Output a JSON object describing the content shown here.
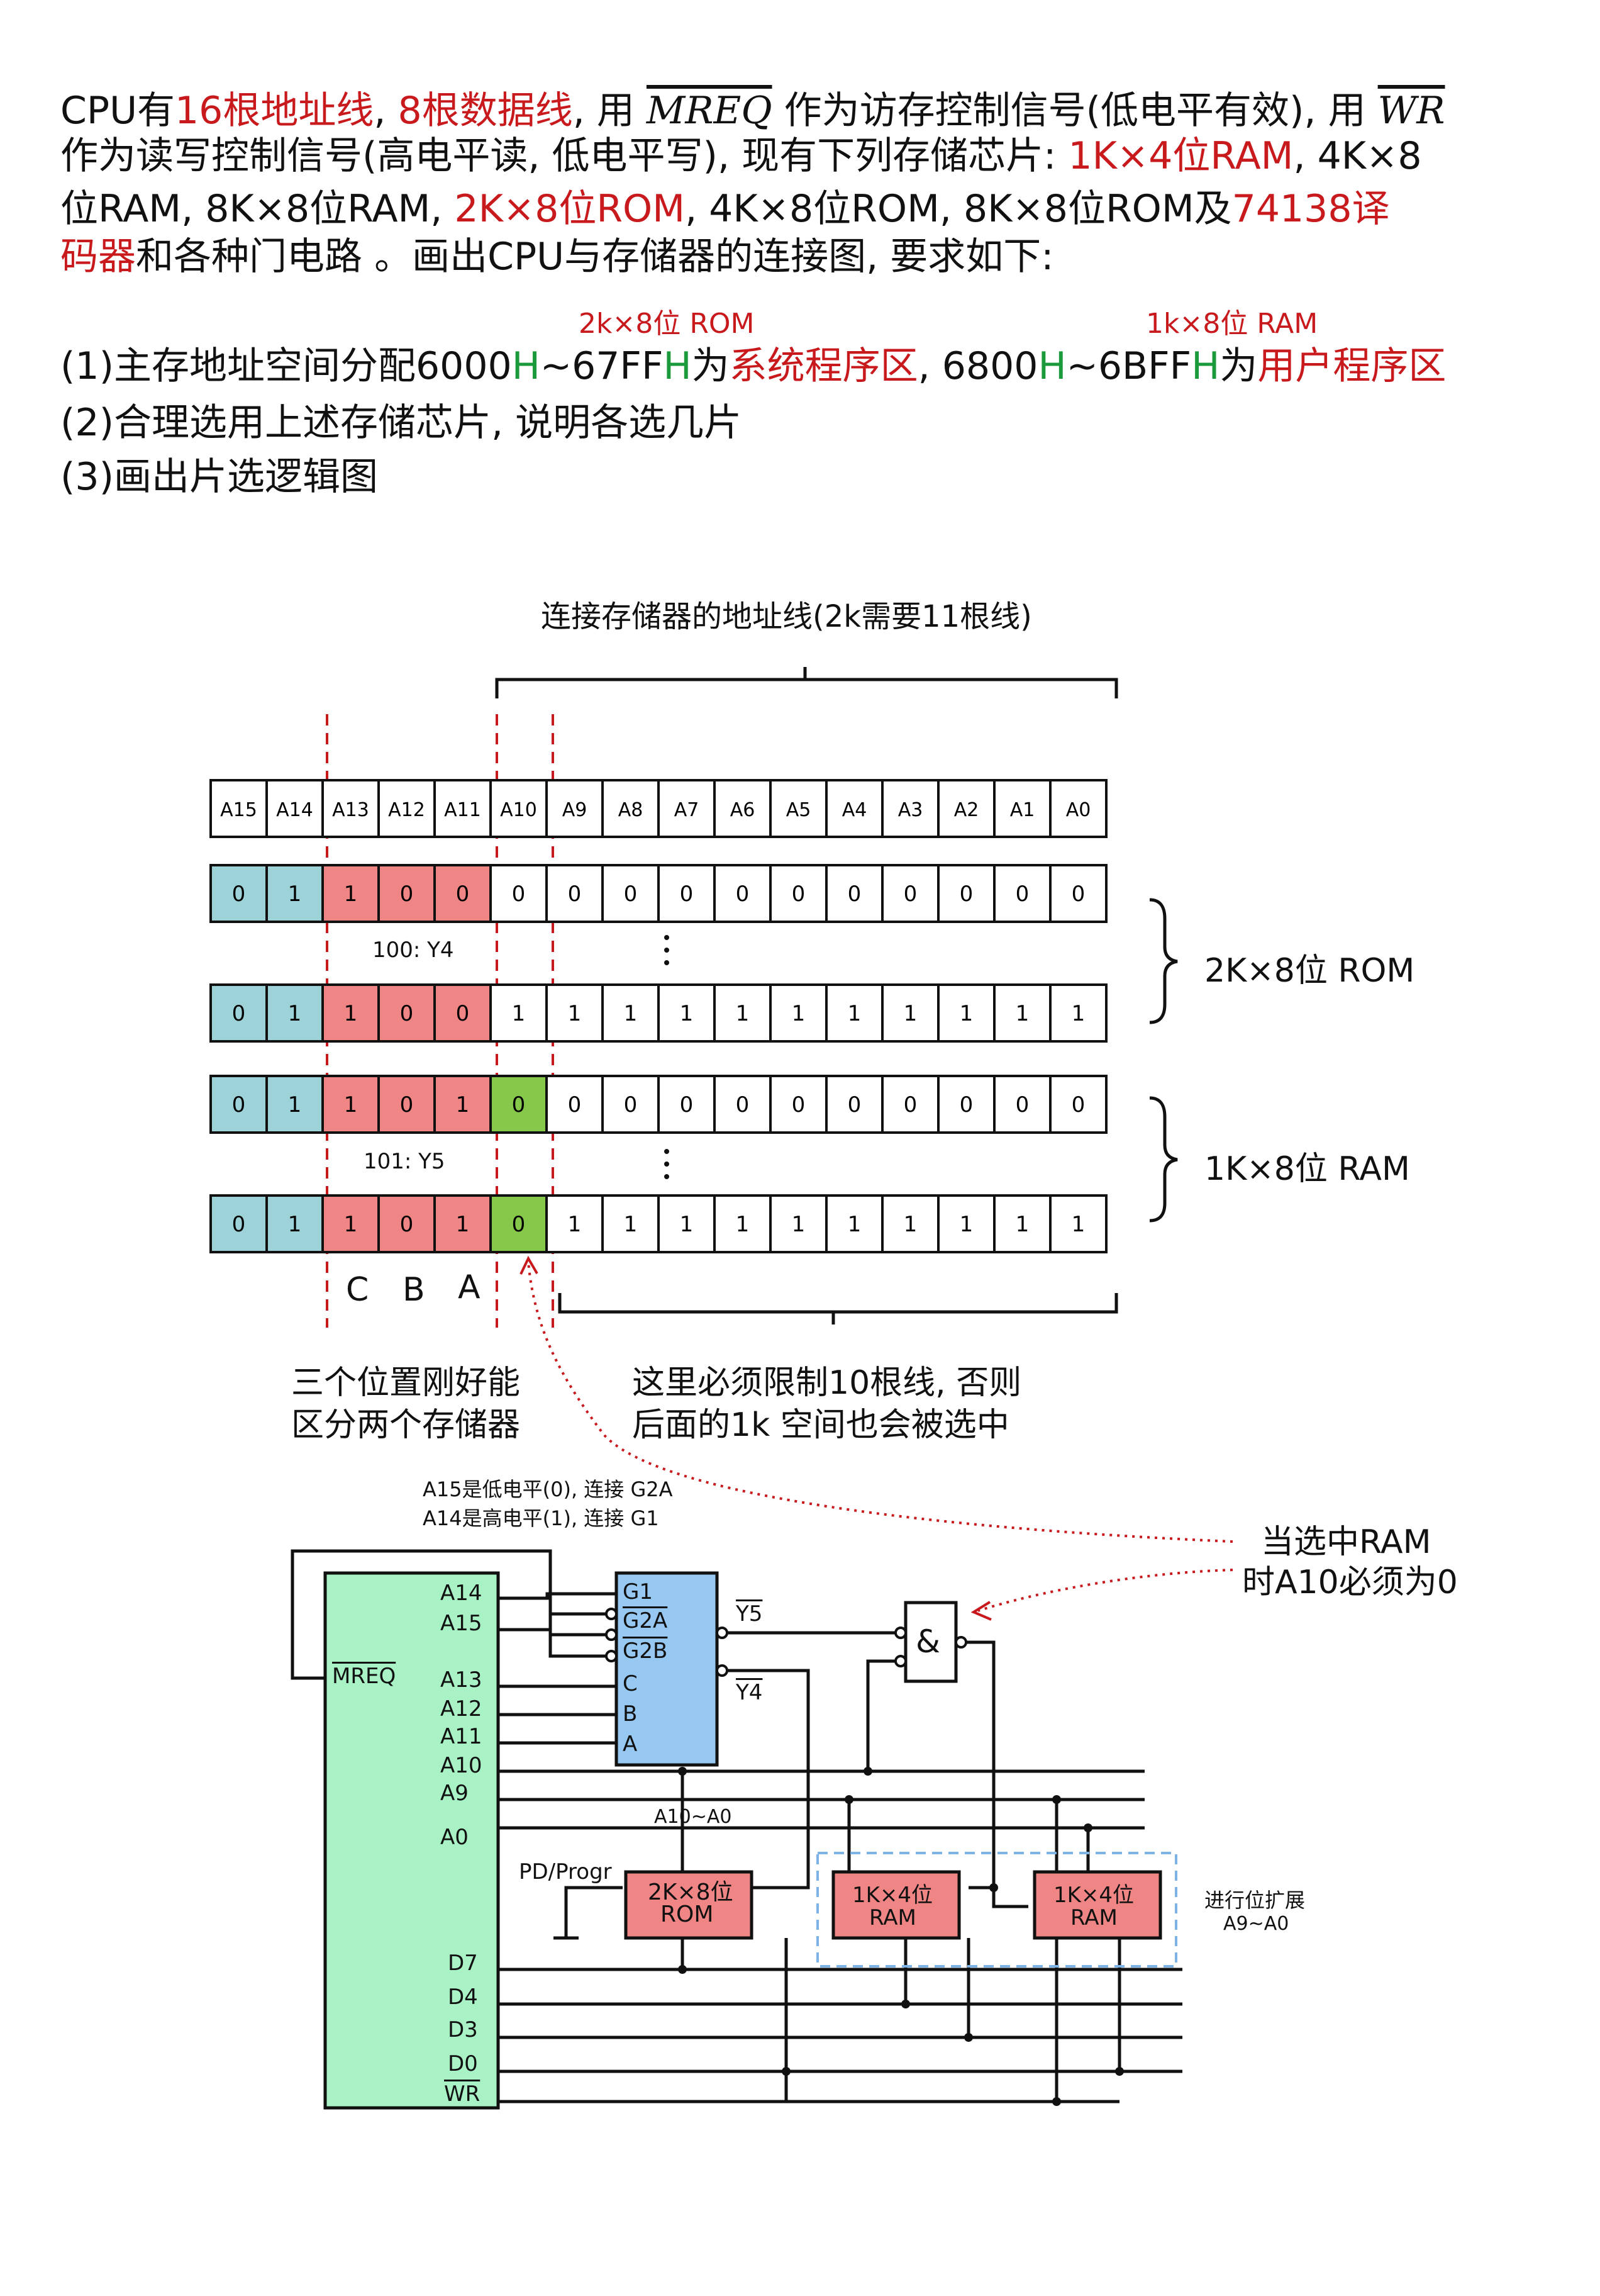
{
  "question": {
    "l1_a": "CPU有",
    "l1_b": "16根地址线",
    "l1_c": ", ",
    "l1_d": "8根数据线",
    "l1_e": ", 用 ",
    "mreq": "MREQ",
    "l1_f": " 作为访存控制信号(低电平有效), 用 ",
    "wr": "WR",
    "l2": "作为读写控制信号(高电平读, 低电平写), 现有下列存储芯片: ",
    "l2_red": "1K×4位RAM",
    "l2_end": ", 4K×8",
    "l3_a": "位RAM, 8K×8位RAM, ",
    "l3_red": "2K×8位ROM",
    "l3_b": ", 4K×8位ROM, 8K×8位ROM及",
    "l3_red2": "74138译",
    "l4_red": "码器",
    "l4_b": "和各种门电路 。画出CPU与存储器的连接图, 要求如下:",
    "hint_rom": "2k×8位 ROM",
    "hint_ram": "1k×8位 RAM",
    "r1_a": "(1)主存地址空间分配6000",
    "r1_h1": "H",
    "r1_b": "~67FF",
    "r1_h2": "H",
    "r1_c": "为",
    "r1_red1": "系统程序区",
    "r1_d": ", 6800",
    "r1_h3": "H",
    "r1_e": "~6BFF",
    "r1_h4": "H",
    "r1_f": "为",
    "r1_red2": "用户程序区",
    "r2": "(2)合理选用上述存储芯片, 说明各选几片",
    "r3": "(3)画出片选逻辑图"
  },
  "address_table": {
    "top_brace_label": "连接存储器的地址线(2k需要11根线)",
    "headers": [
      "A15",
      "A14",
      "A13",
      "A12",
      "A11",
      "A10",
      "A9",
      "A8",
      "A7",
      "A6",
      "A5",
      "A4",
      "A3",
      "A2",
      "A1",
      "A0"
    ],
    "rows": [
      [
        "0",
        "1",
        "1",
        "0",
        "0",
        "0",
        "0",
        "0",
        "0",
        "0",
        "0",
        "0",
        "0",
        "0",
        "0",
        "0"
      ],
      [
        "0",
        "1",
        "1",
        "0",
        "0",
        "1",
        "1",
        "1",
        "1",
        "1",
        "1",
        "1",
        "1",
        "1",
        "1",
        "1"
      ],
      [
        "0",
        "1",
        "1",
        "0",
        "1",
        "0",
        "0",
        "0",
        "0",
        "0",
        "0",
        "0",
        "0",
        "0",
        "0",
        "0"
      ],
      [
        "0",
        "1",
        "1",
        "0",
        "1",
        "0",
        "1",
        "1",
        "1",
        "1",
        "1",
        "1",
        "1",
        "1",
        "1",
        "1"
      ]
    ],
    "y4_label": "100: Y4",
    "y5_label": "101: Y5",
    "rom_group": "2K×8位 ROM",
    "ram_group": "1K×8位 RAM",
    "cba": [
      "C",
      "B",
      "A"
    ],
    "note_left": [
      "三个位置刚好能",
      "区分两个存储器"
    ],
    "note_right": [
      "这里必须限制10根线, 否则",
      "后面的1k 空间也会被选中"
    ]
  },
  "circuit": {
    "note_a15": "A15是低电平(0), 连接 G2A",
    "note_a14": "A14是高电平(1), 连接 G1",
    "cpu_pins": [
      "A14",
      "A15",
      "MREQ",
      "A13",
      "A12",
      "A11",
      "A10",
      "A9",
      "A0",
      "D7",
      "D4",
      "D3",
      "D0",
      "WR"
    ],
    "decoder_pins": [
      "G1",
      "G2A",
      "G2B",
      "C",
      "B",
      "A"
    ],
    "y5": "Y5",
    "y4": "Y4",
    "and_gate": "&",
    "bus_label": "A10~A0",
    "pd_label": "PD/Progr",
    "rom_chip": [
      "2K×8位",
      "ROM"
    ],
    "ram_chip1": [
      "1K×4位",
      "RAM"
    ],
    "ram_chip2": [
      "1K×4位",
      "RAM"
    ],
    "ram_note": [
      "当选中RAM",
      "时A10必须为0"
    ],
    "ext_note": [
      "进行位扩展",
      "A9~A0"
    ]
  },
  "colors": {
    "red": "#c8191d",
    "green": "#1a9a3a",
    "teal": "#9dd3d8",
    "pink": "#f08585",
    "lime": "#86c84a",
    "cpu": "#a8f2c6",
    "decoder": "#96c8f2",
    "chip": "#f08585"
  }
}
